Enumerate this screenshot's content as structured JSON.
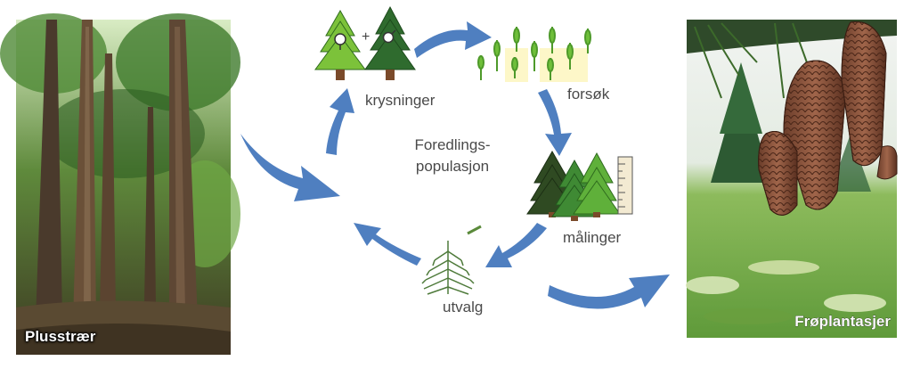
{
  "diagram": {
    "left_photo": {
      "caption": "Plusstrær"
    },
    "right_photo": {
      "caption": "Frøplantasjer"
    },
    "cycle": {
      "center_label_line1": "Foredlings-",
      "center_label_line2": "populasjon",
      "steps": [
        {
          "id": "crossings",
          "label": "krysninger",
          "icon": "crossing-trees-icon"
        },
        {
          "id": "trials",
          "label": "forsøk",
          "icon": "seedling-trial-icon"
        },
        {
          "id": "measurements",
          "label": "målinger",
          "icon": "measured-trees-icon"
        },
        {
          "id": "selection",
          "label": "utvalg",
          "icon": "selected-tree-icon"
        }
      ]
    }
  },
  "colors": {
    "arrow": "#4f7fc0",
    "tree_light": "#7cc23a",
    "tree_dark": "#2f6b2e",
    "trunk": "#7a4a2a",
    "trial_box": "#fdf7c8",
    "label_text": "#4a4a4a"
  }
}
